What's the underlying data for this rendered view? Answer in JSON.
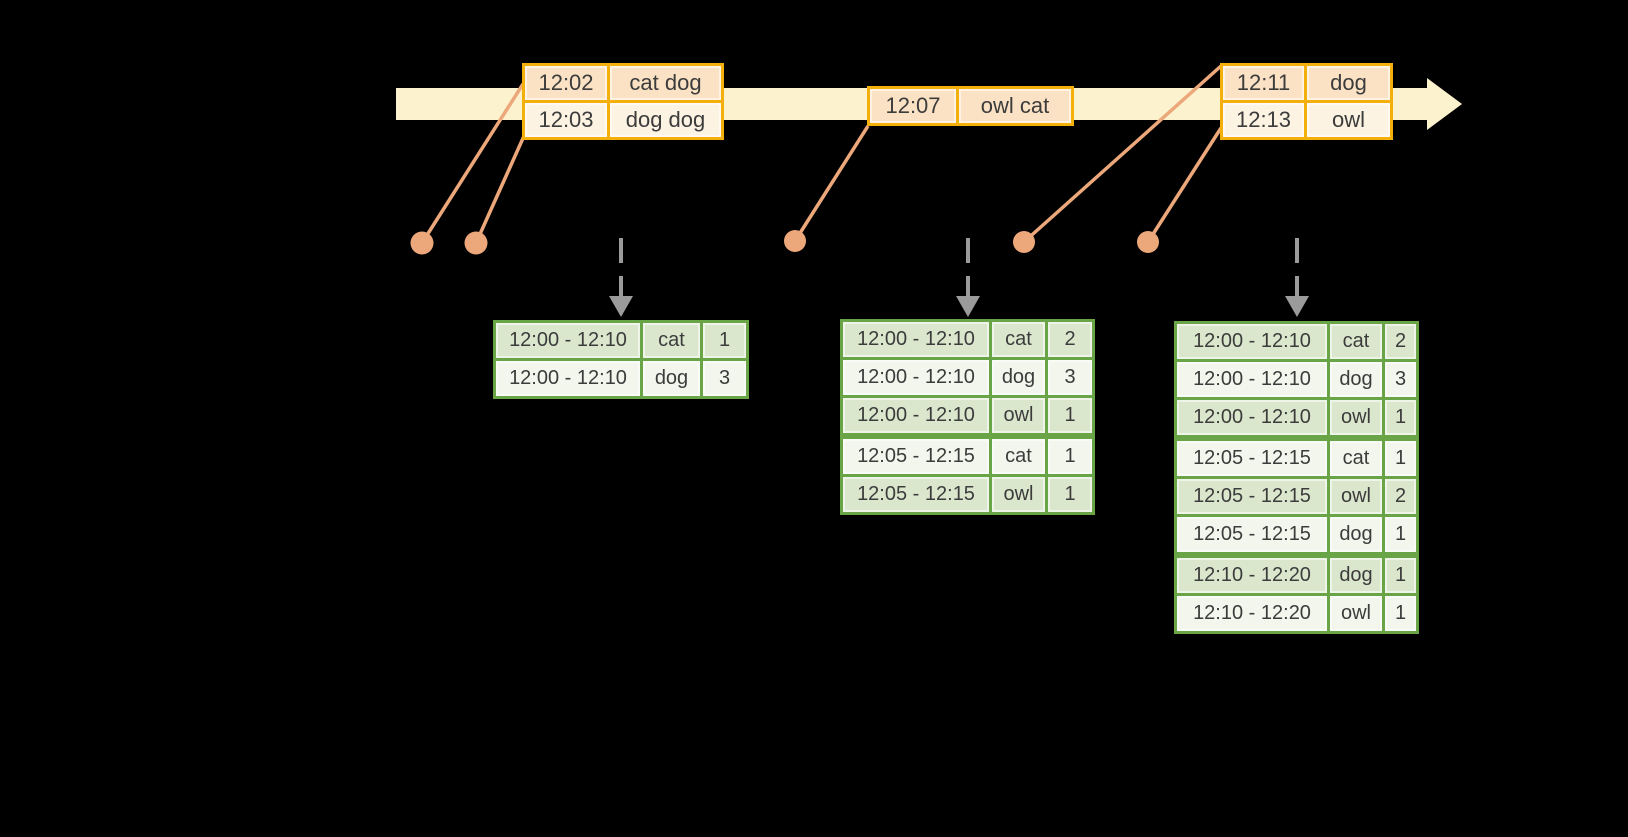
{
  "diagram": {
    "title": "windowed-grouped-aggregation-stream",
    "timeline": {
      "kind": "block-arrow",
      "direction": "right",
      "color": "#fcf2ce"
    },
    "event_tables": [
      {
        "name": "events-12-02",
        "rows": [
          [
            "12:02",
            "cat dog"
          ],
          [
            "12:03",
            "dog dog"
          ]
        ]
      },
      {
        "name": "events-12-07",
        "rows": [
          [
            "12:07",
            "owl cat"
          ]
        ]
      },
      {
        "name": "events-12-11",
        "rows": [
          [
            "12:11",
            "dog"
          ],
          [
            "12:13",
            "owl"
          ]
        ]
      }
    ],
    "result_tables": [
      {
        "name": "result-after-trigger-1",
        "group_starts": [
          0
        ],
        "rows": [
          [
            "12:00 - 12:10",
            "cat",
            "1"
          ],
          [
            "12:00 - 12:10",
            "dog",
            "3"
          ]
        ]
      },
      {
        "name": "result-after-trigger-2",
        "group_starts": [
          0,
          3
        ],
        "rows": [
          [
            "12:00 - 12:10",
            "cat",
            "2"
          ],
          [
            "12:00 - 12:10",
            "dog",
            "3"
          ],
          [
            "12:00 - 12:10",
            "owl",
            "1"
          ],
          [
            "12:05 - 12:15",
            "cat",
            "1"
          ],
          [
            "12:05 - 12:15",
            "owl",
            "1"
          ]
        ]
      },
      {
        "name": "result-after-trigger-3",
        "group_starts": [
          0,
          3,
          6
        ],
        "rows": [
          [
            "12:00 - 12:10",
            "cat",
            "2"
          ],
          [
            "12:00 - 12:10",
            "dog",
            "3"
          ],
          [
            "12:00 - 12:10",
            "owl",
            "1"
          ],
          [
            "12:05 - 12:15",
            "cat",
            "1"
          ],
          [
            "12:05 - 12:15",
            "owl",
            "2"
          ],
          [
            "12:05 - 12:15",
            "dog",
            "1"
          ],
          [
            "12:10 - 12:20",
            "dog",
            "1"
          ],
          [
            "12:10 - 12:20",
            "owl",
            "1"
          ]
        ]
      }
    ],
    "icons": {
      "timeline-arrow": "block arrow shape",
      "event-dot": "filled circle",
      "dashed-arrow": "dashed line with triangle head"
    },
    "colors": {
      "background": "#000000",
      "timeline_fill": "#fcf2ce",
      "event_border": "#f4b00a",
      "event_row_odd": "#fbe2c4",
      "event_row_even": "#fdf3e3",
      "connector": "#eca87a",
      "result_border": "#69a546",
      "result_row_odd": "#dbe7cd",
      "result_row_even": "#f2f6ec",
      "dashed_arrow": "#9b9b9b",
      "text": "#3c3c3c"
    }
  }
}
